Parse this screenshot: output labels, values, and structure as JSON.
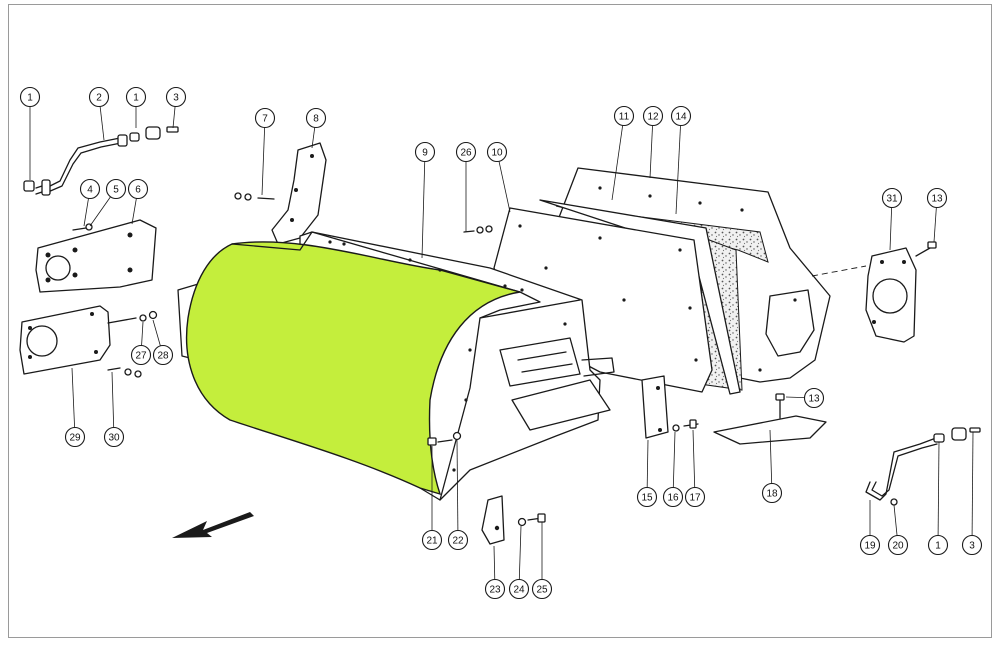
{
  "diagram": {
    "part_labels": [
      "1",
      "2",
      "1",
      "3",
      "4",
      "5",
      "6",
      "7",
      "8",
      "9",
      "26",
      "10",
      "11",
      "12",
      "14",
      "31",
      "13",
      "27",
      "28",
      "29",
      "30",
      "13",
      "15",
      "16",
      "17",
      "18",
      "19",
      "20",
      "1",
      "3",
      "21",
      "22",
      "23",
      "24",
      "25"
    ]
  },
  "colors": {
    "highlight": "#c4ee3c",
    "insulation": "#e4e4e4",
    "line": "#1a1a1a"
  },
  "icons": {
    "direction": "direction-arrow-icon"
  }
}
